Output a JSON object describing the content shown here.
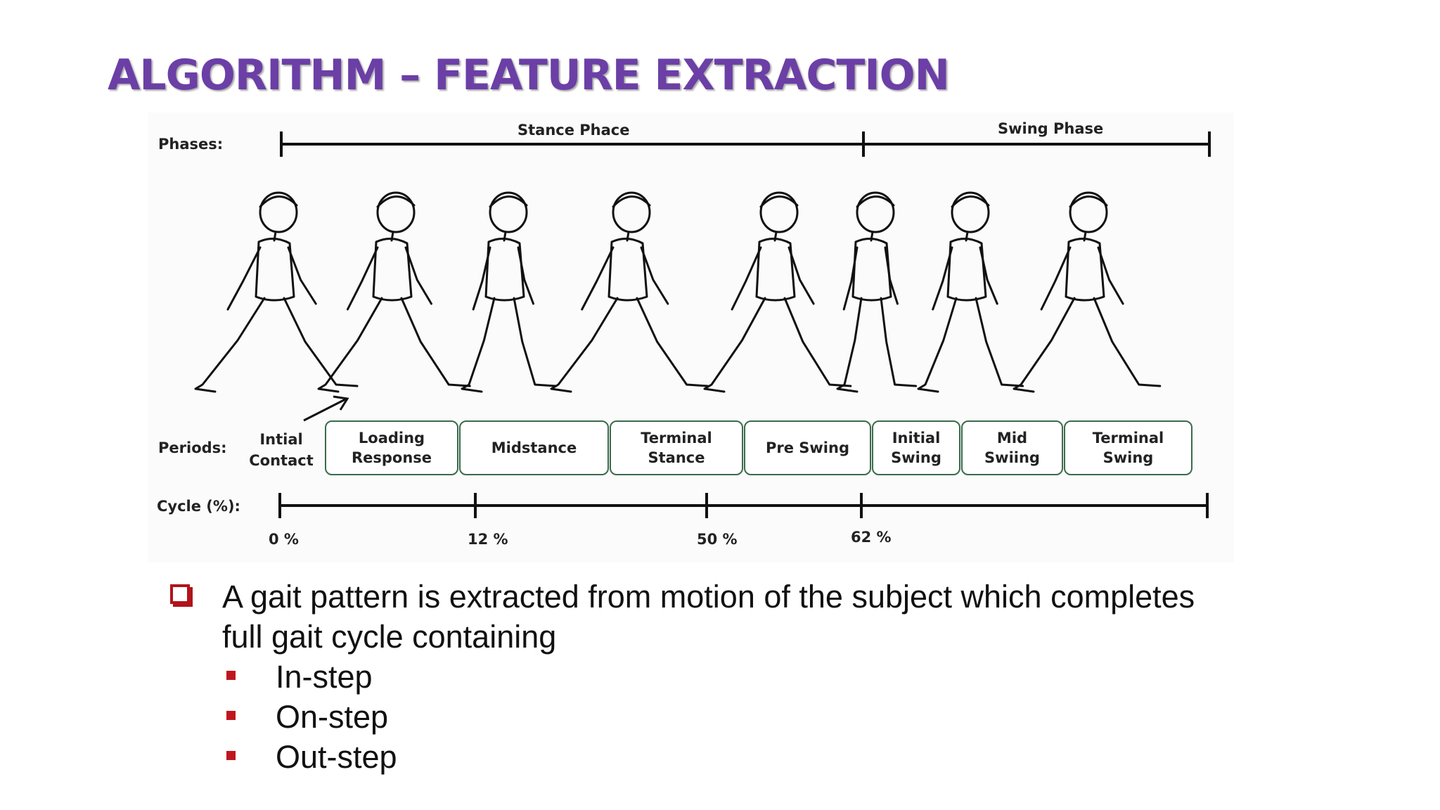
{
  "slide": {
    "title": "ALGORITHM – FEATURE EXTRACTION"
  },
  "diagram": {
    "row_labels": {
      "phases": "Phases:",
      "periods": "Periods:",
      "cycle": "Cycle (%):"
    },
    "phases": [
      {
        "label": "Stance Phace"
      },
      {
        "label": "Swing Phase"
      }
    ],
    "intial_contact": "Intial\nContact",
    "periods": [
      {
        "label": "Loading\nResponse"
      },
      {
        "label": "Midstance"
      },
      {
        "label": "Terminal\nStance"
      },
      {
        "label": "Pre Swing"
      },
      {
        "label": "Initial\nSwing"
      },
      {
        "label": "Mid\nSwiing"
      },
      {
        "label": "Terminal\nSwing"
      }
    ],
    "cycle_ticks": [
      "0 %",
      "12 %",
      "50 %",
      "62 %"
    ],
    "figures": [
      "walking-figure-initial-contact",
      "walking-figure-loading-response",
      "walking-figure-midstance",
      "walking-figure-terminal-stance",
      "walking-figure-pre-swing",
      "walking-figure-initial-swing",
      "walking-figure-mid-swing",
      "walking-figure-terminal-swing"
    ]
  },
  "bullets": {
    "main": "A gait pattern is extracted from motion of the subject which completes full gait cycle containing",
    "items": [
      {
        "label": "In-step"
      },
      {
        "label": "On-step"
      },
      {
        "label": "Out-step"
      }
    ]
  },
  "colors": {
    "title": "#6b3fa6",
    "bullet": "#b0131b",
    "box_border": "#3a6b4c"
  }
}
